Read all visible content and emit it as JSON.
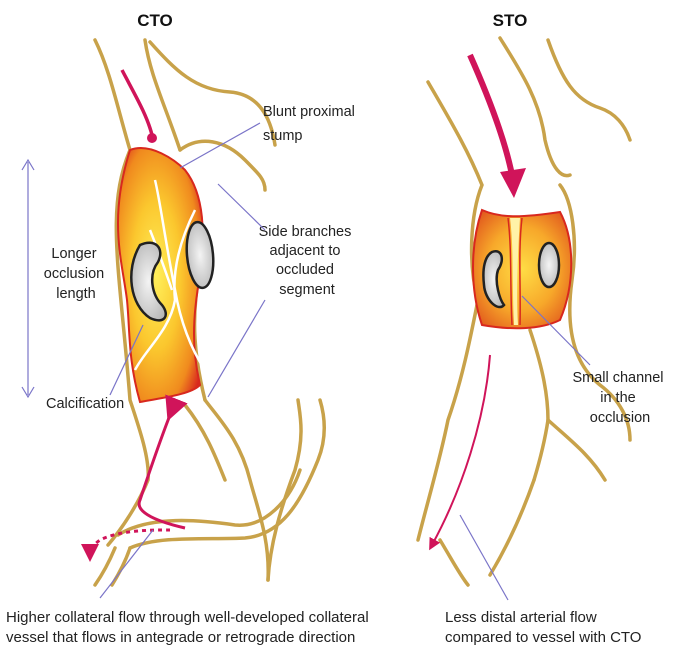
{
  "panels": {
    "cto": {
      "title": "CTO",
      "label_stump": [
        "Blunt proximal",
        "stump"
      ],
      "label_side_branches": [
        "Side branches",
        "adjacent to",
        "occluded",
        "segment"
      ],
      "label_length": [
        "Longer",
        "occlusion",
        "length"
      ],
      "label_calcification": "Calcification",
      "caption": [
        "Higher collateral flow through well-developed collateral",
        "vessel that flows in antegrade or retrograde direction"
      ]
    },
    "sto": {
      "title": "STO",
      "label_channel": [
        "Small channel",
        "in the",
        "occlusion"
      ],
      "caption": [
        "Less distal arterial flow",
        "compared to vessel with CTO"
      ]
    }
  },
  "colors": {
    "vessel_wall": "#c8a24a",
    "vessel_wall_dark": "#a8822a",
    "flow_arrow": "#d0145a",
    "pointer_line": "#7a74c8",
    "plaque_red": "#d8281e",
    "plaque_orange": "#f08a1e",
    "plaque_yellow": "#ffe24a",
    "calc_fill": "#dadada",
    "calc_stroke": "#222222"
  }
}
